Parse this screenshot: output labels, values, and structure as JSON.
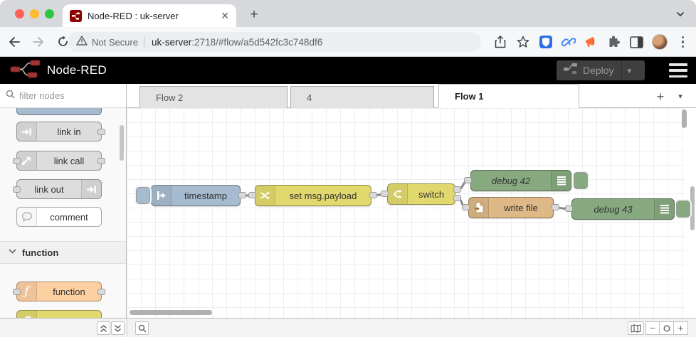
{
  "browser": {
    "tab_title": "Node-RED : uk-server",
    "close_glyph": "✕",
    "new_tab_glyph": "+",
    "security_label": "Not Secure",
    "url_host": "uk-server",
    "url_rest": ":2718/#flow/a5d542fc3c748df6"
  },
  "header": {
    "title": "Node-RED",
    "deploy_label": "Deploy",
    "deploy_caret": "▾"
  },
  "palette": {
    "search_placeholder": "filter nodes",
    "category_label": "function",
    "category_chevron": "⌄",
    "nodes": [
      {
        "label": "link in"
      },
      {
        "label": "link call"
      },
      {
        "label": "link out"
      },
      {
        "label": "comment"
      },
      {
        "label": "function"
      }
    ]
  },
  "workspace": {
    "tabs": [
      {
        "label": "Flow 2"
      },
      {
        "label": "4"
      },
      {
        "label": "Flow 1"
      }
    ],
    "add_tab_glyph": "+",
    "tab_menu_glyph": "▾"
  },
  "flow": {
    "nodes": [
      {
        "label": "timestamp",
        "type": "inject"
      },
      {
        "label": "set msg.payload",
        "type": "change"
      },
      {
        "label": "switch",
        "type": "switch"
      },
      {
        "label": "debug 42",
        "type": "debug"
      },
      {
        "label": "write file",
        "type": "file"
      },
      {
        "label": "debug 43",
        "type": "debug"
      }
    ]
  },
  "footer": {
    "zoom_out_glyph": "−",
    "zoom_reset_glyph": "○",
    "zoom_in_glyph": "+"
  },
  "colors": {
    "inject_blue": "#a6bbcf",
    "function_yellow": "#e2d96e",
    "debug_green": "#87a980",
    "file_tan": "#deb887",
    "function_orange": "#fdd0a2",
    "link_gray": "#dddddd",
    "header_bg": "#000000",
    "logo_red": "#a13434"
  }
}
